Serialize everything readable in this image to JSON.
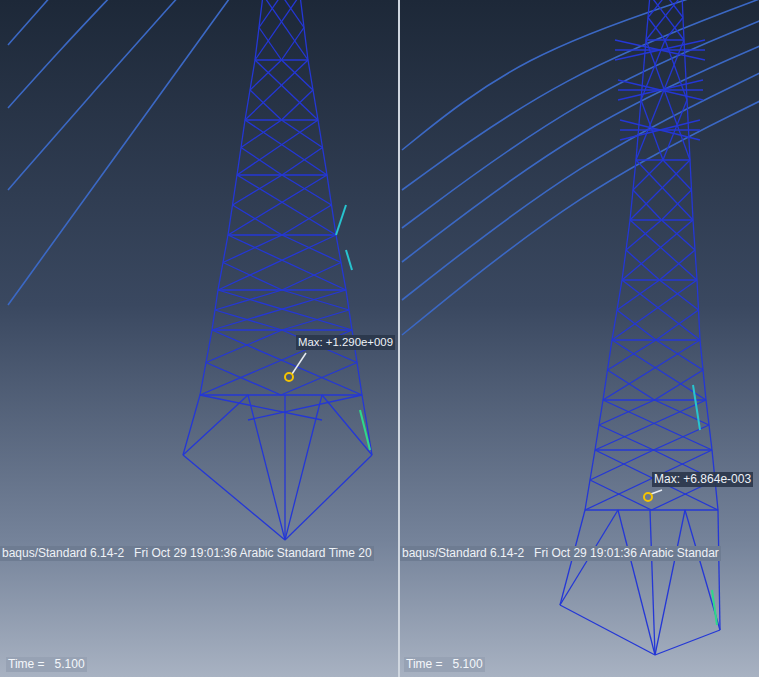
{
  "diagram": {
    "labels": [
      "Max: +1.290e+009",
      "Max: +6.864e-003",
      "baqus/Standard 6.14-2   Fri Oct 29 19:01:36 Arabic Standard Time 20",
      "baqus/Standard 6.14-2   Fri Oct 29 19:01:36 Arabic Standar",
      "Time =   5.100",
      "Time =   5.100"
    ]
  }
}
